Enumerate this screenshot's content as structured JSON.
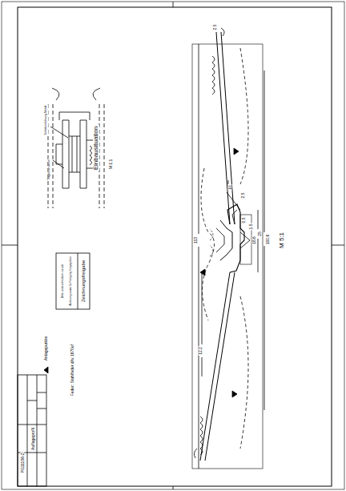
{
  "diagram": {
    "labels": [
      "M 5:1",
      "2.5",
      "10",
      "2.5",
      "0.5",
      "1.5",
      "18.6",
      "25",
      "100.6",
      "113",
      "12.2",
      "Einbausituation",
      "M 1:1",
      "Scheibenführung Metall",
      "Tragkonstruktion",
      "Zeichnungsfreigabe",
      "Änderung sowie für Fertigung freigegeben",
      "Bitte unterschrieben zurück",
      "Anlagepunkte",
      "Feder: Stahlfeder d/w 1670ef",
      "Auflageprofil",
      "PG11156-2"
    ]
  }
}
